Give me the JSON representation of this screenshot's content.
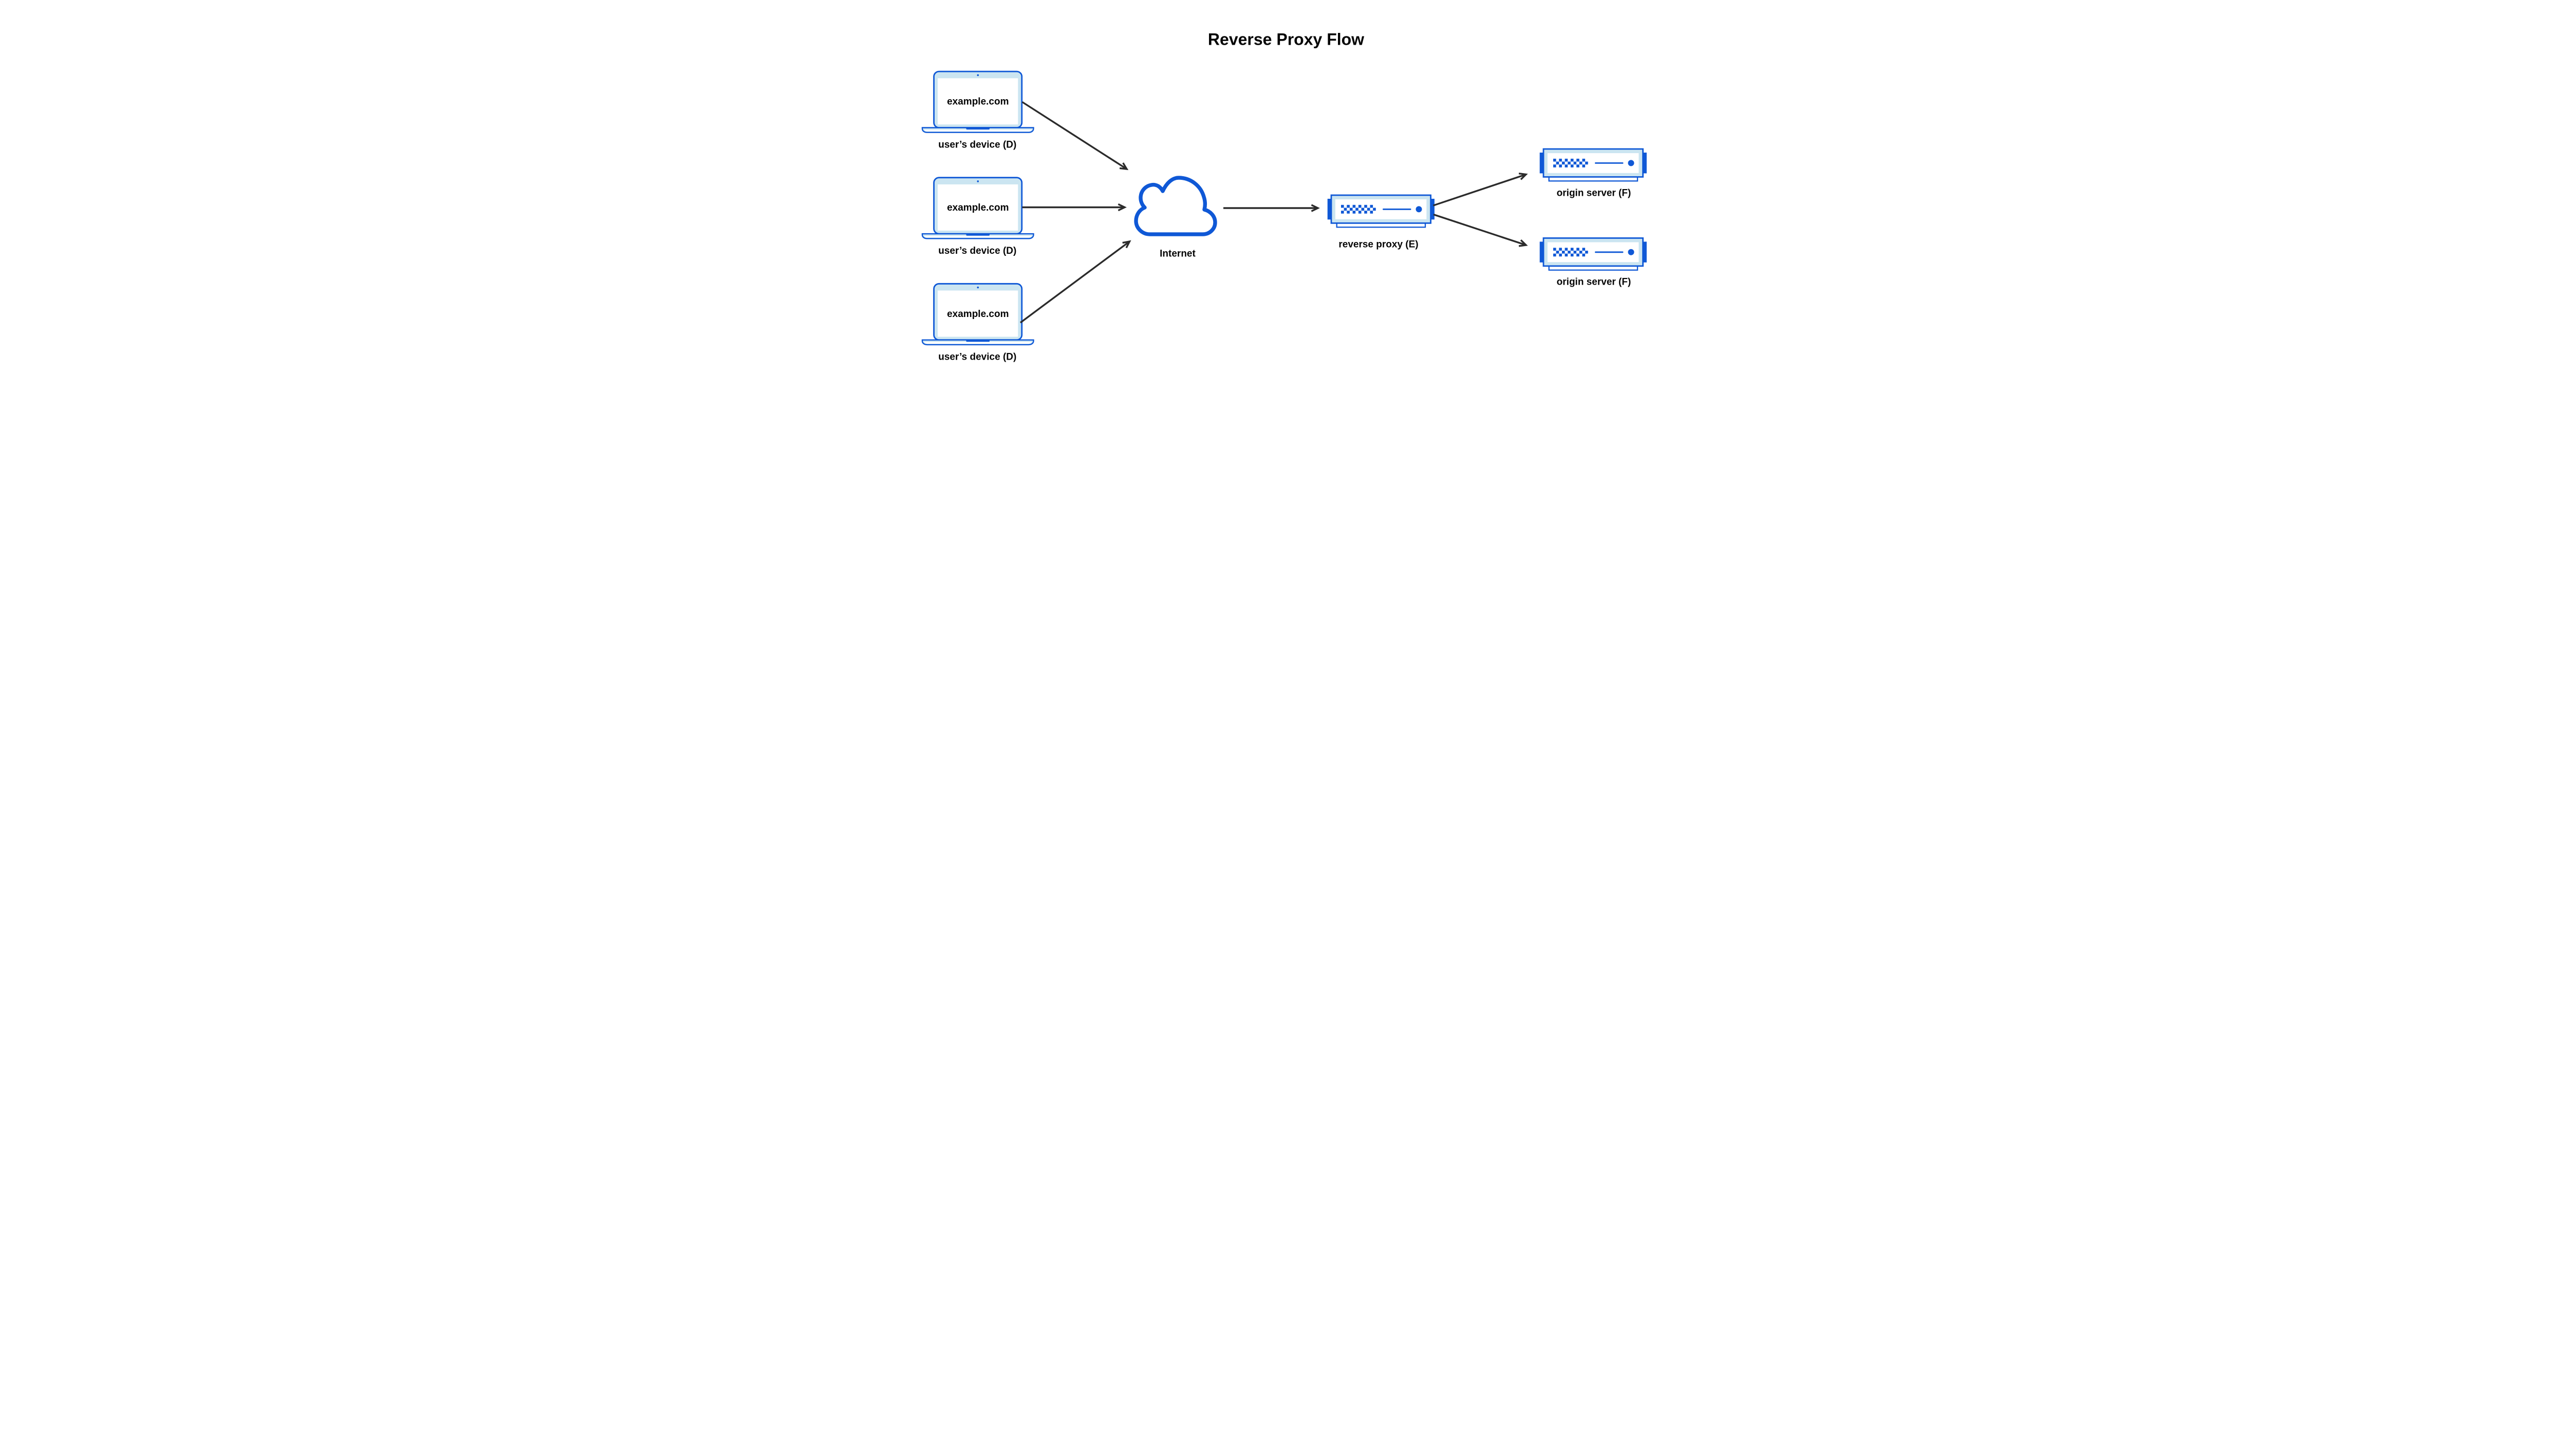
{
  "title": "Reverse Proxy Flow",
  "devices": [
    {
      "screen_text": "example.com",
      "label": "user’s device (D)"
    },
    {
      "screen_text": "example.com",
      "label": "user’s device (D)"
    },
    {
      "screen_text": "example.com",
      "label": "user’s device (D)"
    }
  ],
  "internet": {
    "label": "Internet"
  },
  "reverse_proxy": {
    "label": "reverse proxy (E)"
  },
  "origin_servers": [
    {
      "label": "origin server (F)"
    },
    {
      "label": "origin server (F)"
    }
  ],
  "icons": {
    "device": "laptop-icon",
    "internet": "cloud-icon",
    "reverse_proxy": "server-icon",
    "origin_server": "server-icon"
  },
  "colors": {
    "primary_blue": "#0f58d6",
    "light_blue": "#cbe5f1",
    "arrow": "#2b2b2b",
    "text": "#050505",
    "background": "#ffffff"
  }
}
